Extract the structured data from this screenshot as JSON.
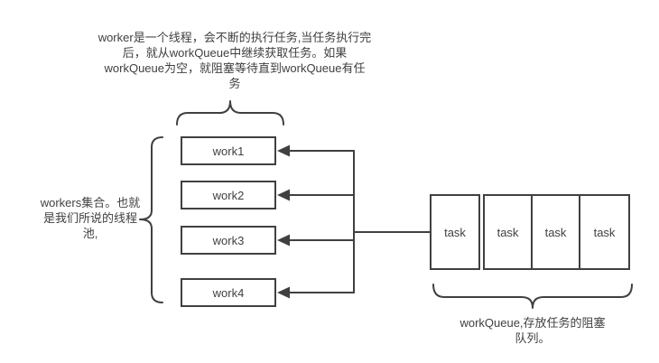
{
  "colors": {
    "line": "#404040",
    "text": "#404040",
    "background": "#ffffff"
  },
  "top_note": {
    "lines": [
      "worker是一个线程，会不断的执行任务,当任务执行完",
      "后，就从workQueue中继续获取任务。如果",
      "workQueue为空，就阻塞等待直到workQueue有任",
      "务"
    ]
  },
  "left_note": {
    "lines": [
      "workers集合。也就",
      "是我们所说的线程",
      "池,"
    ]
  },
  "bottom_note": {
    "lines": [
      "workQueue,存放任务的阻塞",
      "队列。"
    ]
  },
  "workers": [
    {
      "label": "work1"
    },
    {
      "label": "work2"
    },
    {
      "label": "work3"
    },
    {
      "label": "work4"
    }
  ],
  "queue": {
    "tasks": [
      "task",
      "task",
      "task",
      "task"
    ]
  }
}
